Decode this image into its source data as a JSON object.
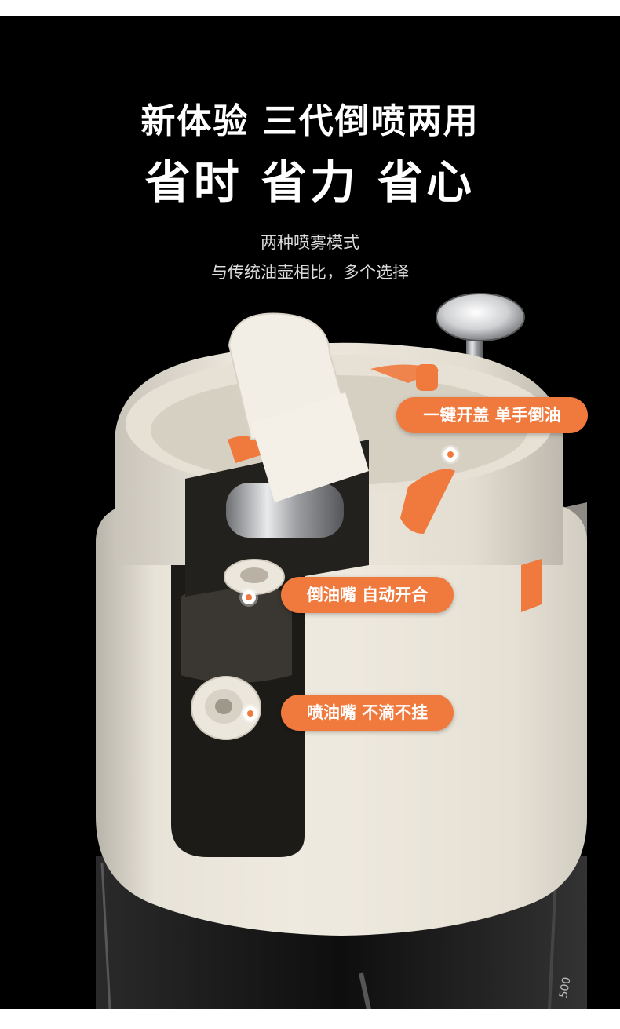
{
  "headline": {
    "line1": "新体验 三代倒喷两用",
    "line2": "省时 省力 省心"
  },
  "subtitle": {
    "line1": "两种喷雾模式",
    "line2": "与传统油壶相比，多个选择"
  },
  "callouts": [
    {
      "label": "一键开盖 单手倒油"
    },
    {
      "label": "倒油嘴 自动开合"
    },
    {
      "label": "喷油嘴 不滴不挂"
    }
  ],
  "bottle": {
    "scale_mark": "500"
  },
  "colors": {
    "background": "#000000",
    "accent_orange": "#f07a3e",
    "body_cream": "#ece7dc",
    "text_white": "#ffffff"
  }
}
